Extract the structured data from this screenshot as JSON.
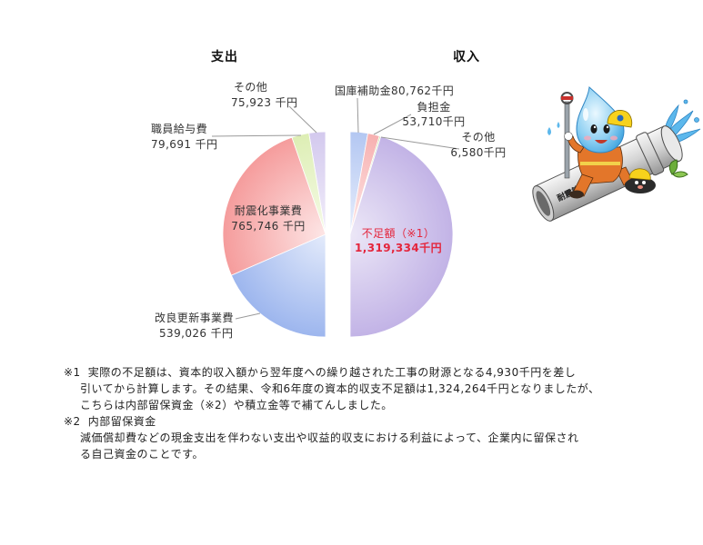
{
  "chart_data": [
    {
      "type": "pie",
      "title": "支出",
      "slices": [
        {
          "label": "その他",
          "value": 75923,
          "value_text": "75,923 千円",
          "color": "#d3c9ee",
          "highlight": "#f2eefa"
        },
        {
          "label": "職員給与費",
          "value": 79691,
          "value_text": "79,691 千円",
          "color": "#ddeeb4",
          "highlight": "#f6fbe8"
        },
        {
          "label": "耐震化事業費",
          "value": 765746,
          "value_text": "765,746 千円",
          "color": "#f59c9c",
          "highlight": "#fde6e6"
        },
        {
          "label": "改良更新事業費",
          "value": 539026,
          "value_text": "539,026 千円",
          "color": "#9db6ee",
          "highlight": "#e4ebfb"
        }
      ]
    },
    {
      "type": "pie",
      "title": "収入",
      "slices": [
        {
          "label": "国庫補助金",
          "value": 80762,
          "value_text": "80,762千円",
          "color": "#b3c7f2",
          "highlight": "#e8eefc"
        },
        {
          "label": "負担金",
          "value": 53710,
          "value_text": "53,710千円",
          "color": "#f7b0b0",
          "highlight": "#fde8e8"
        },
        {
          "label": "その他",
          "value": 6580,
          "value_text": "6,580千円",
          "color": "#c8e4a2",
          "highlight": "#eef7e0"
        },
        {
          "label": "不足額（※1）",
          "value": 1319334,
          "value_text": "1,319,334千円",
          "color": "#c2b3e6",
          "highlight": "#ece7f7",
          "label_color": "#e4253c"
        }
      ]
    }
  ],
  "footnotes": [
    {
      "mark": "※1",
      "lines": [
        "実際の不足額は、資本的収入額から翌年度への繰り越された工事の財源となる4,930千円を差し",
        "引いてから計算します。その結果、令和6年度の資本的収支不足額は1,324,264千円となりましたが、",
        "こちらは内部留保資金（※2）や積立金等で補てんしました。"
      ]
    },
    {
      "mark": "※2",
      "heading": "内部留保資金",
      "lines": [
        "減価償却費などの現金支出を伴わない支出や収益的収支における利益によって、企業内に留保され",
        "る自己資金のことです。"
      ]
    }
  ],
  "illustration": {
    "pipe_label": "耐震管"
  }
}
